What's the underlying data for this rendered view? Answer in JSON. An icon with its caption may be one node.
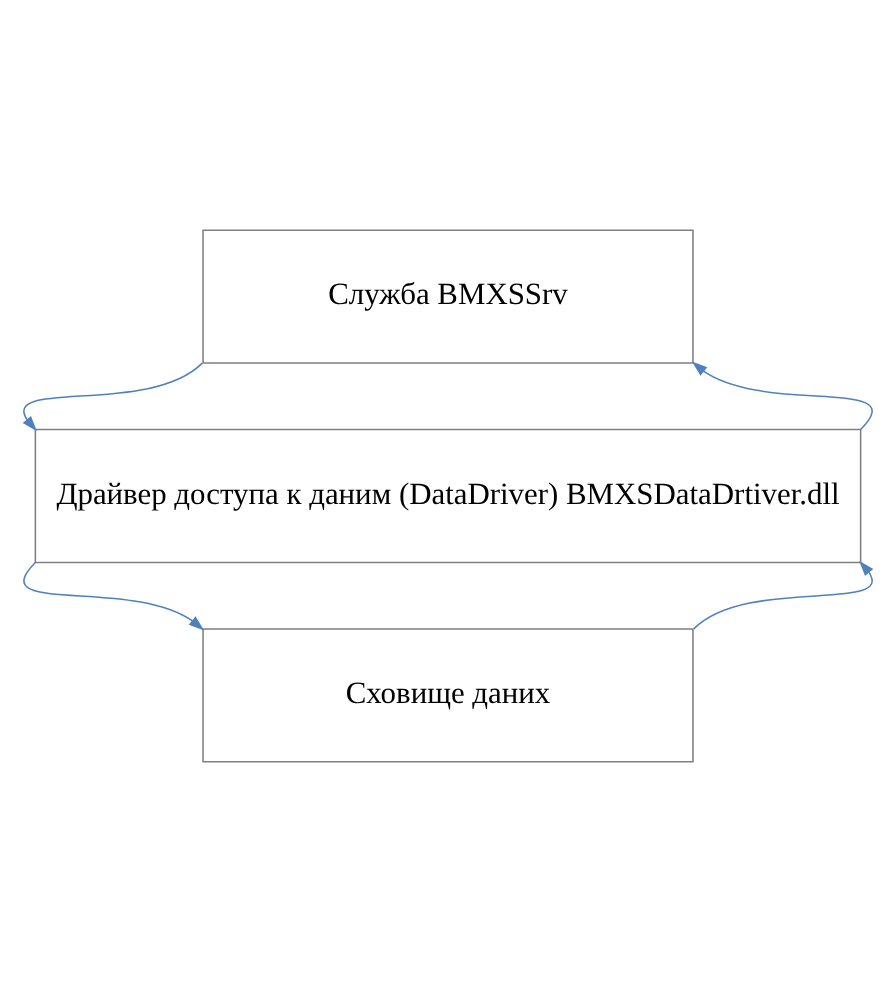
{
  "diagram": {
    "nodes": [
      {
        "text": [
          "Служба BMXSSrv"
        ]
      },
      {
        "text": [
          "Драйвер доступа к даним (DataDriver) BMXSDataDrtiver.dll"
        ]
      },
      {
        "text": [
          "Сховище даних"
        ]
      }
    ],
    "edges": [
      {
        "from": 0,
        "to": 1,
        "arrow": "to"
      },
      {
        "from": 1,
        "to": 0,
        "arrow": "to"
      },
      {
        "from": 1,
        "to": 2,
        "arrow": "to"
      },
      {
        "from": 2,
        "to": 1,
        "arrow": "to"
      }
    ]
  }
}
